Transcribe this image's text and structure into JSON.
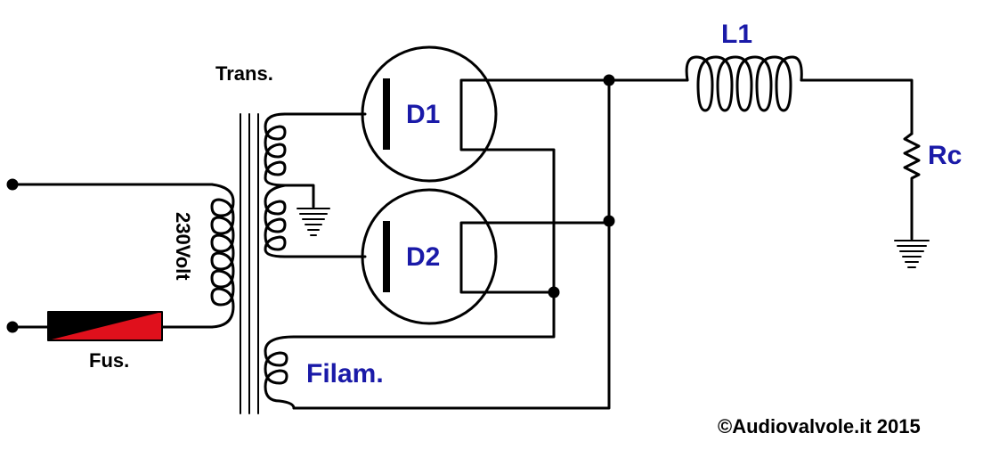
{
  "labels": {
    "transformer": "Trans.",
    "mains": "230Volt",
    "fuse": "Fus.",
    "filament": "Filam.",
    "diode1": "D1",
    "diode2": "D2",
    "inductor": "L1",
    "load": "Rc",
    "copyright": "©Audiovalvole.it 2015"
  },
  "colors": {
    "wire": "#000000",
    "label_blue": "#1a1aa8",
    "fuse_red": "#e0101c",
    "fuse_black": "#000000"
  }
}
